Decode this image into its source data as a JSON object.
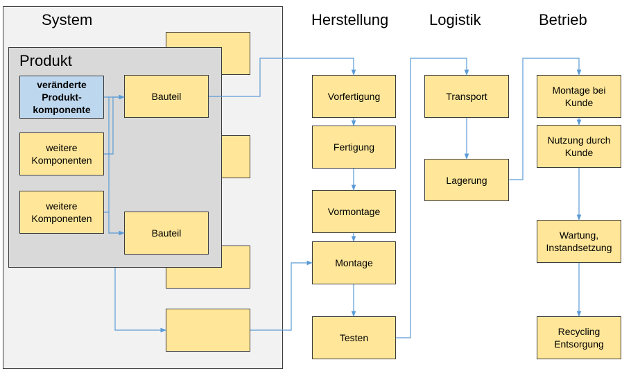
{
  "headings": {
    "system": "System",
    "herstellung": "Herstellung",
    "logistik": "Logistik",
    "betrieb": "Betrieb"
  },
  "produkt": {
    "title": "Produkt",
    "changed_component": "veränderte\nProdukt-\nkomponente",
    "further_components_1": "weitere\nKomponenten",
    "further_components_2": "weitere\nKomponenten",
    "bauteil_top": "Bauteil",
    "bauteil_bottom": "Bauteil"
  },
  "herstellung": [
    "Vorfertigung",
    "Fertigung",
    "Vormontage",
    "Montage",
    "Testen"
  ],
  "logistik": [
    "Transport",
    "Lagerung"
  ],
  "betrieb": [
    "Montage bei\nKunde",
    "Nutzung durch\nKunde",
    "Wartung,\nInstandsetzung",
    "Recycling\nEntsorgung"
  ],
  "colors": {
    "process_box": "#ffe699",
    "changed_component": "#bdd7ee",
    "system_panel": "#f2f2f2",
    "product_panel": "#d9d9d9",
    "connector": "#5b9bd5"
  }
}
